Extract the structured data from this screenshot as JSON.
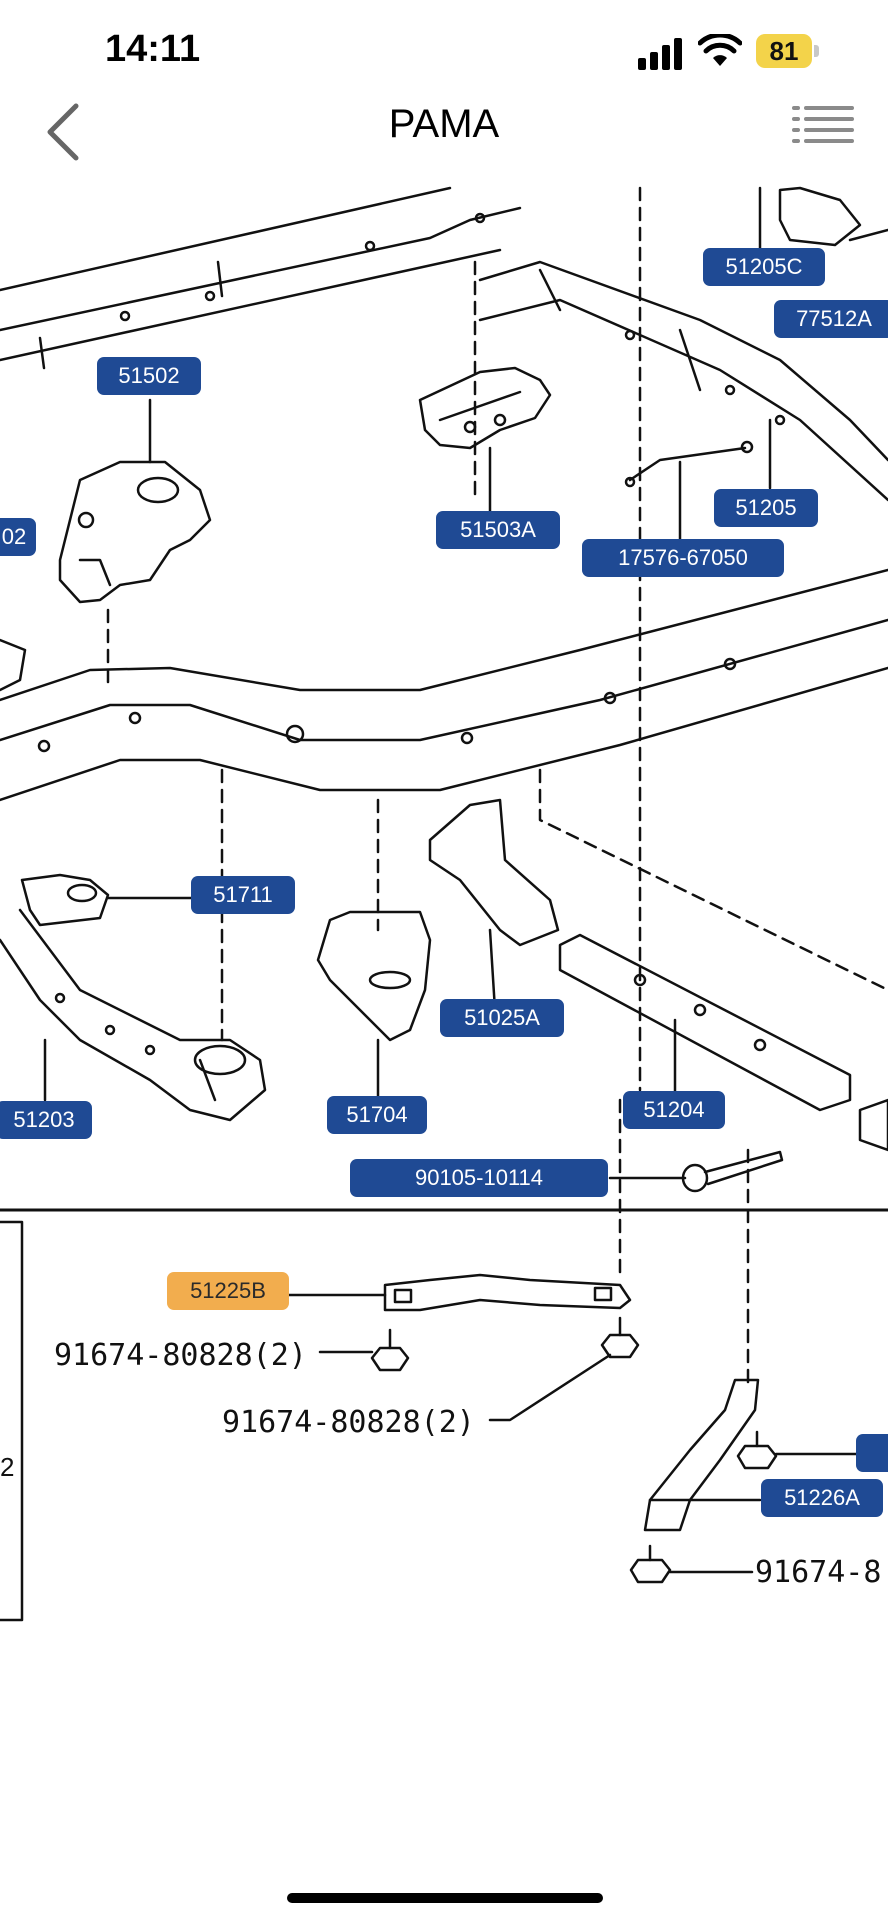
{
  "status": {
    "time": "14:11",
    "battery": "81"
  },
  "nav": {
    "title": "PAMA",
    "back_icon": "chevron-left-icon",
    "menu_icon": "list-icon"
  },
  "parts": [
    {
      "id": "p1",
      "label": "51205C"
    },
    {
      "id": "p2",
      "label": "77512A"
    },
    {
      "id": "p3",
      "label": "51502"
    },
    {
      "id": "p4",
      "label": "51503A"
    },
    {
      "id": "p5",
      "label": "51205"
    },
    {
      "id": "p6",
      "label": "17576-67050"
    },
    {
      "id": "p7",
      "label": "02"
    },
    {
      "id": "p8",
      "label": "51711"
    },
    {
      "id": "p9",
      "label": "51025A"
    },
    {
      "id": "p10",
      "label": "51203"
    },
    {
      "id": "p11",
      "label": "51704"
    },
    {
      "id": "p12",
      "label": "51204"
    },
    {
      "id": "p13",
      "label": "90105-10114"
    },
    {
      "id": "p14",
      "label": "51225B"
    },
    {
      "id": "p15",
      "label": "51226A"
    }
  ],
  "plain_labels": [
    {
      "label": "91674-80828(2)"
    },
    {
      "label": "91674-80828(2)"
    },
    {
      "label": "91674-8"
    },
    {
      "label": "2"
    }
  ],
  "colors": {
    "callout": "#1f4a94",
    "selected_callout": "#f2ad4e"
  }
}
